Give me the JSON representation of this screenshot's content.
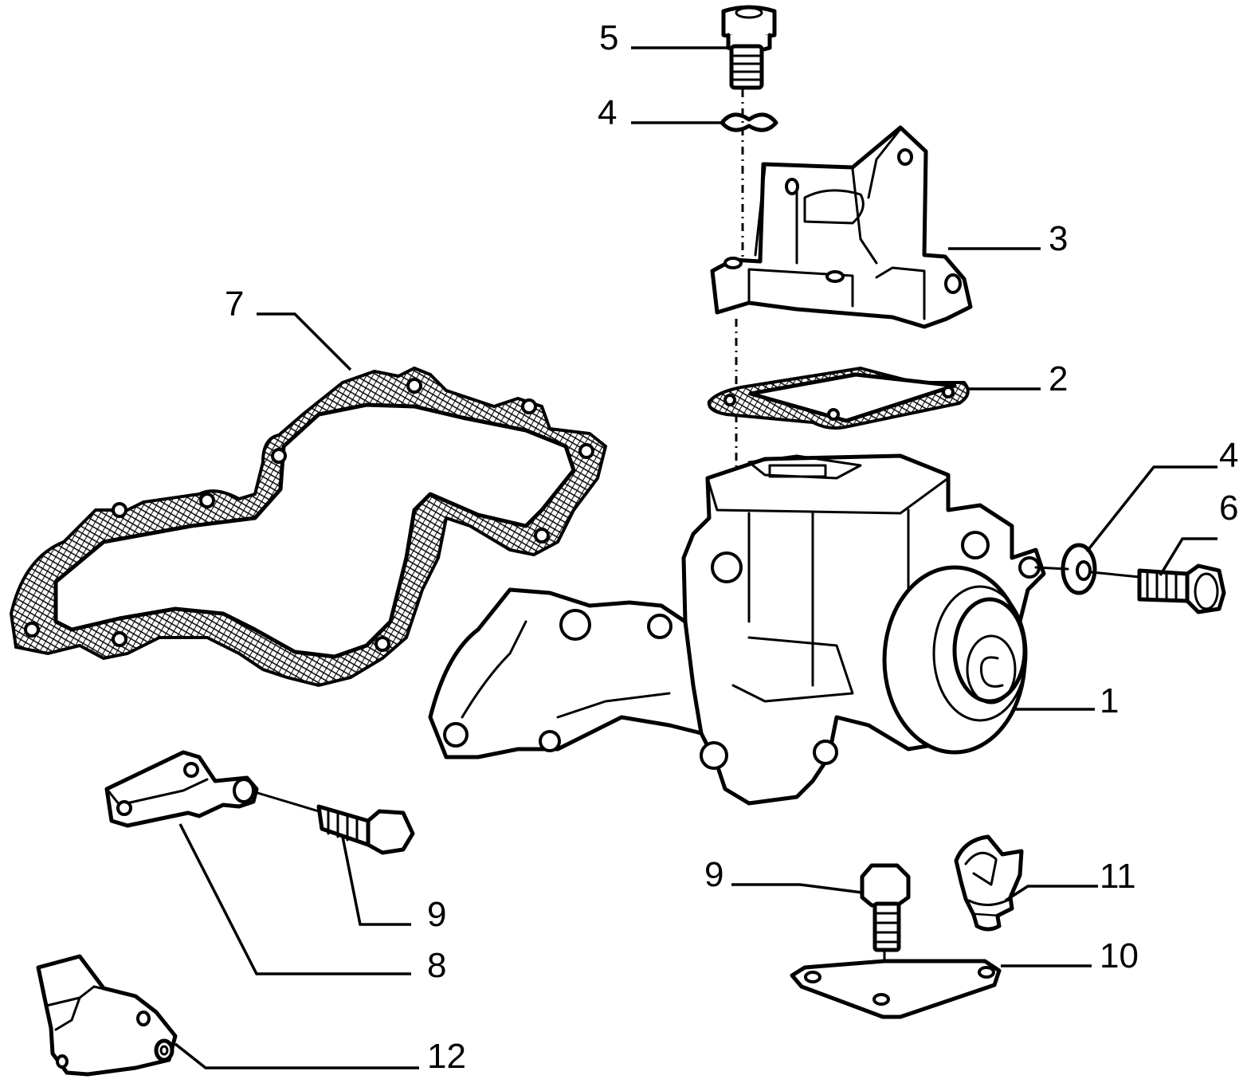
{
  "callouts": [
    {
      "id": "c5a",
      "text": "5"
    },
    {
      "id": "c4a",
      "text": "4"
    },
    {
      "id": "c3",
      "text": "3"
    },
    {
      "id": "c7",
      "text": "7"
    },
    {
      "id": "c2",
      "text": "2"
    },
    {
      "id": "c4b",
      "text": "4"
    },
    {
      "id": "c6",
      "text": "6"
    },
    {
      "id": "c1",
      "text": "1"
    },
    {
      "id": "c9a",
      "text": "9"
    },
    {
      "id": "c8",
      "text": "8"
    },
    {
      "id": "c9b",
      "text": "9"
    },
    {
      "id": "c11",
      "text": "11"
    },
    {
      "id": "c10",
      "text": "10"
    },
    {
      "id": "c12",
      "text": "12"
    }
  ]
}
